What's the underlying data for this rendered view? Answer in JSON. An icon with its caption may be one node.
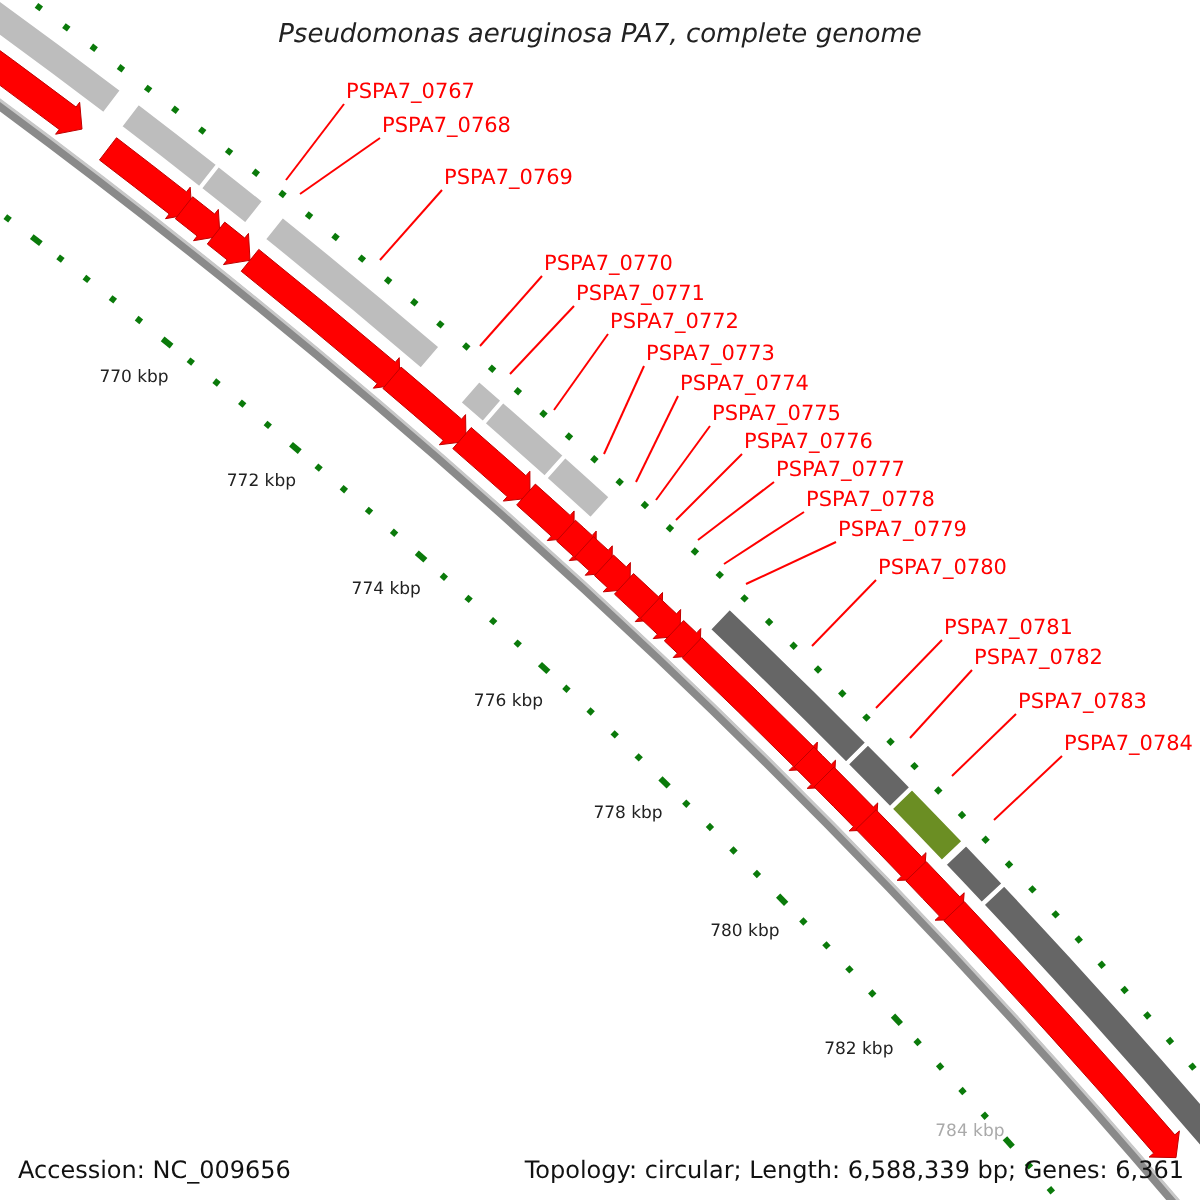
{
  "diagram": {
    "title": "Pseudomonas aeruginosa PA7, complete genome",
    "nodes": [
      {
        "text": [
          "PSPA7_0767"
        ]
      },
      {
        "text": [
          "PSPA7_0768"
        ]
      },
      {
        "text": [
          "PSPA7_0769"
        ]
      },
      {
        "text": [
          "PSPA7_0770"
        ]
      },
      {
        "text": [
          "PSPA7_0771"
        ]
      },
      {
        "text": [
          "PSPA7_0772"
        ]
      },
      {
        "text": [
          "PSPA7_0773"
        ]
      },
      {
        "text": [
          "PSPA7_0774"
        ]
      },
      {
        "text": [
          "PSPA7_0775"
        ]
      },
      {
        "text": [
          "PSPA7_0776"
        ]
      },
      {
        "text": [
          "PSPA7_0777"
        ]
      },
      {
        "text": [
          "PSPA7_0778"
        ]
      },
      {
        "text": [
          "PSPA7_0779"
        ]
      },
      {
        "text": [
          "PSPA7_0780"
        ]
      },
      {
        "text": [
          "PSPA7_0781"
        ]
      },
      {
        "text": [
          "PSPA7_0782"
        ]
      },
      {
        "text": [
          "PSPA7_0783"
        ]
      },
      {
        "text": [
          "PSPA7_0784"
        ]
      }
    ],
    "edges": [
      {
        "from": 0,
        "to": null,
        "arrow": "none"
      },
      {
        "from": 1,
        "to": null,
        "arrow": "none"
      },
      {
        "from": 2,
        "to": null,
        "arrow": "none"
      },
      {
        "from": 3,
        "to": null,
        "arrow": "none"
      },
      {
        "from": 4,
        "to": null,
        "arrow": "none"
      },
      {
        "from": 5,
        "to": null,
        "arrow": "none"
      },
      {
        "from": 6,
        "to": null,
        "arrow": "none"
      },
      {
        "from": 7,
        "to": null,
        "arrow": "none"
      },
      {
        "from": 8,
        "to": null,
        "arrow": "none"
      },
      {
        "from": 9,
        "to": null,
        "arrow": "none"
      },
      {
        "from": 10,
        "to": null,
        "arrow": "none"
      },
      {
        "from": 11,
        "to": null,
        "arrow": "none"
      },
      {
        "from": 12,
        "to": null,
        "arrow": "none"
      },
      {
        "from": 13,
        "to": null,
        "arrow": "none"
      },
      {
        "from": 14,
        "to": null,
        "arrow": "none"
      },
      {
        "from": 15,
        "to": null,
        "arrow": "none"
      },
      {
        "from": 16,
        "to": null,
        "arrow": "none"
      },
      {
        "from": 17,
        "to": null,
        "arrow": "none"
      }
    ],
    "labels": [
      "770 kbp",
      "772 kbp",
      "774 kbp",
      "776 kbp",
      "778 kbp",
      "780 kbp",
      "782 kbp",
      "784 kbp",
      "Accession: NC_009656",
      "Topology: circular; Length: 6,588,339 bp; Genes: 6,361"
    ]
  }
}
